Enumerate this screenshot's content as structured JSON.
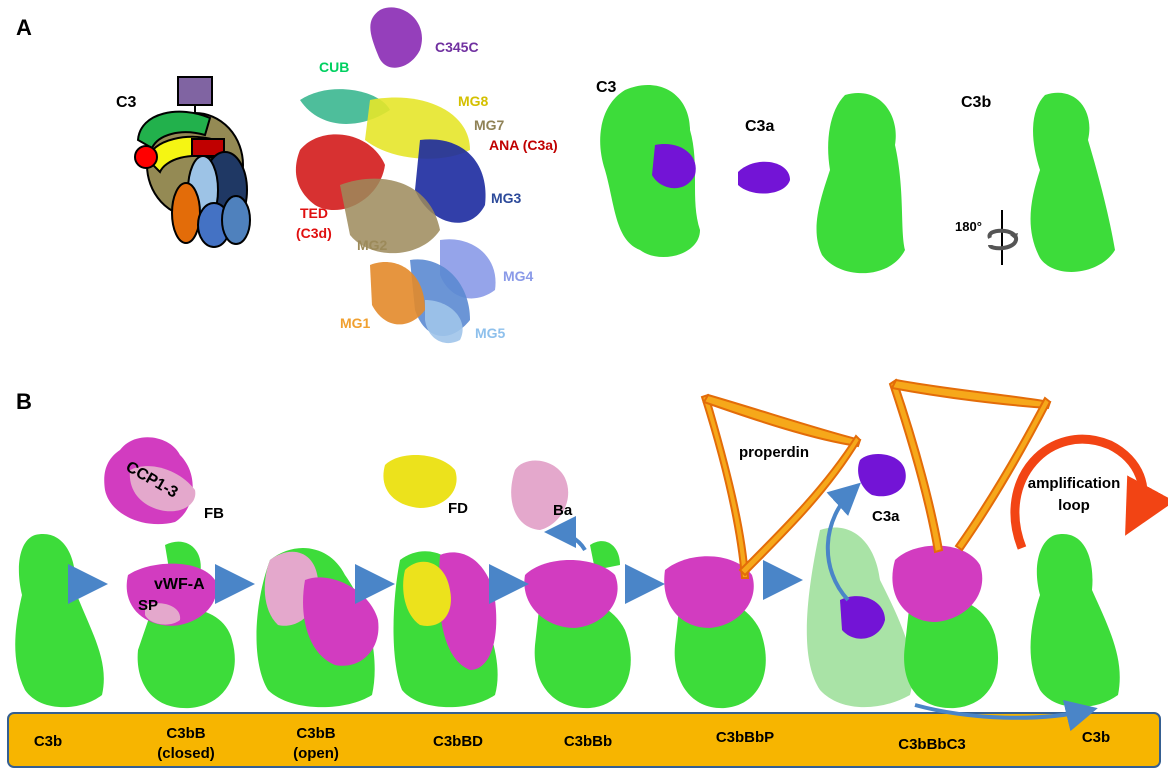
{
  "panel_a": {
    "letter": "A",
    "schematic_label": "C3",
    "domains": {
      "c345c": "C345C",
      "cub": "CUB",
      "mg8": "MG8",
      "mg7": "MG7",
      "ana": "ANA (C3a)",
      "ted_line1": "TED",
      "ted_line2": "(C3d)",
      "mg3": "MG3",
      "mg2": "MG2",
      "mg4": "MG4",
      "mg1": "MG1",
      "mg5": "MG5"
    },
    "surface_labels": {
      "c3": "C3",
      "c3a": "C3a",
      "c3b": "C3b"
    },
    "rotation": "180°"
  },
  "panel_b": {
    "letter": "B",
    "labels": {
      "fb_domains": "CCP1-3",
      "fb": "FB",
      "vwfa": "vWF-A",
      "sp": "SP",
      "fd": "FD",
      "ba": "Ba",
      "properdin": "properdin",
      "c3a": "C3a",
      "amp_line1": "amplification",
      "amp_line2": "loop"
    },
    "stages": [
      {
        "line1": "C3b",
        "line2": ""
      },
      {
        "line1": "C3bB",
        "line2": "(closed)"
      },
      {
        "line1": "C3bB",
        "line2": "(open)"
      },
      {
        "line1": "C3bBD",
        "line2": ""
      },
      {
        "line1": "C3bBb",
        "line2": ""
      },
      {
        "line1": "C3bBbP",
        "line2": ""
      },
      {
        "line1": "C3bBbC3",
        "line2": ""
      },
      {
        "line1": "C3b",
        "line2": ""
      }
    ]
  },
  "colors": {
    "c3b_green": "#3ddc3a",
    "light_green": "#a9e3a6",
    "magenta": "#d23cc0",
    "pink": "#e4a8cc",
    "yellow": "#ece21c",
    "purple": "#7314d6",
    "orange_bar": "#f7b500",
    "properdin": "#f6a81a",
    "arrow_blue": "#4a85c8",
    "loop_red": "#f24414"
  }
}
